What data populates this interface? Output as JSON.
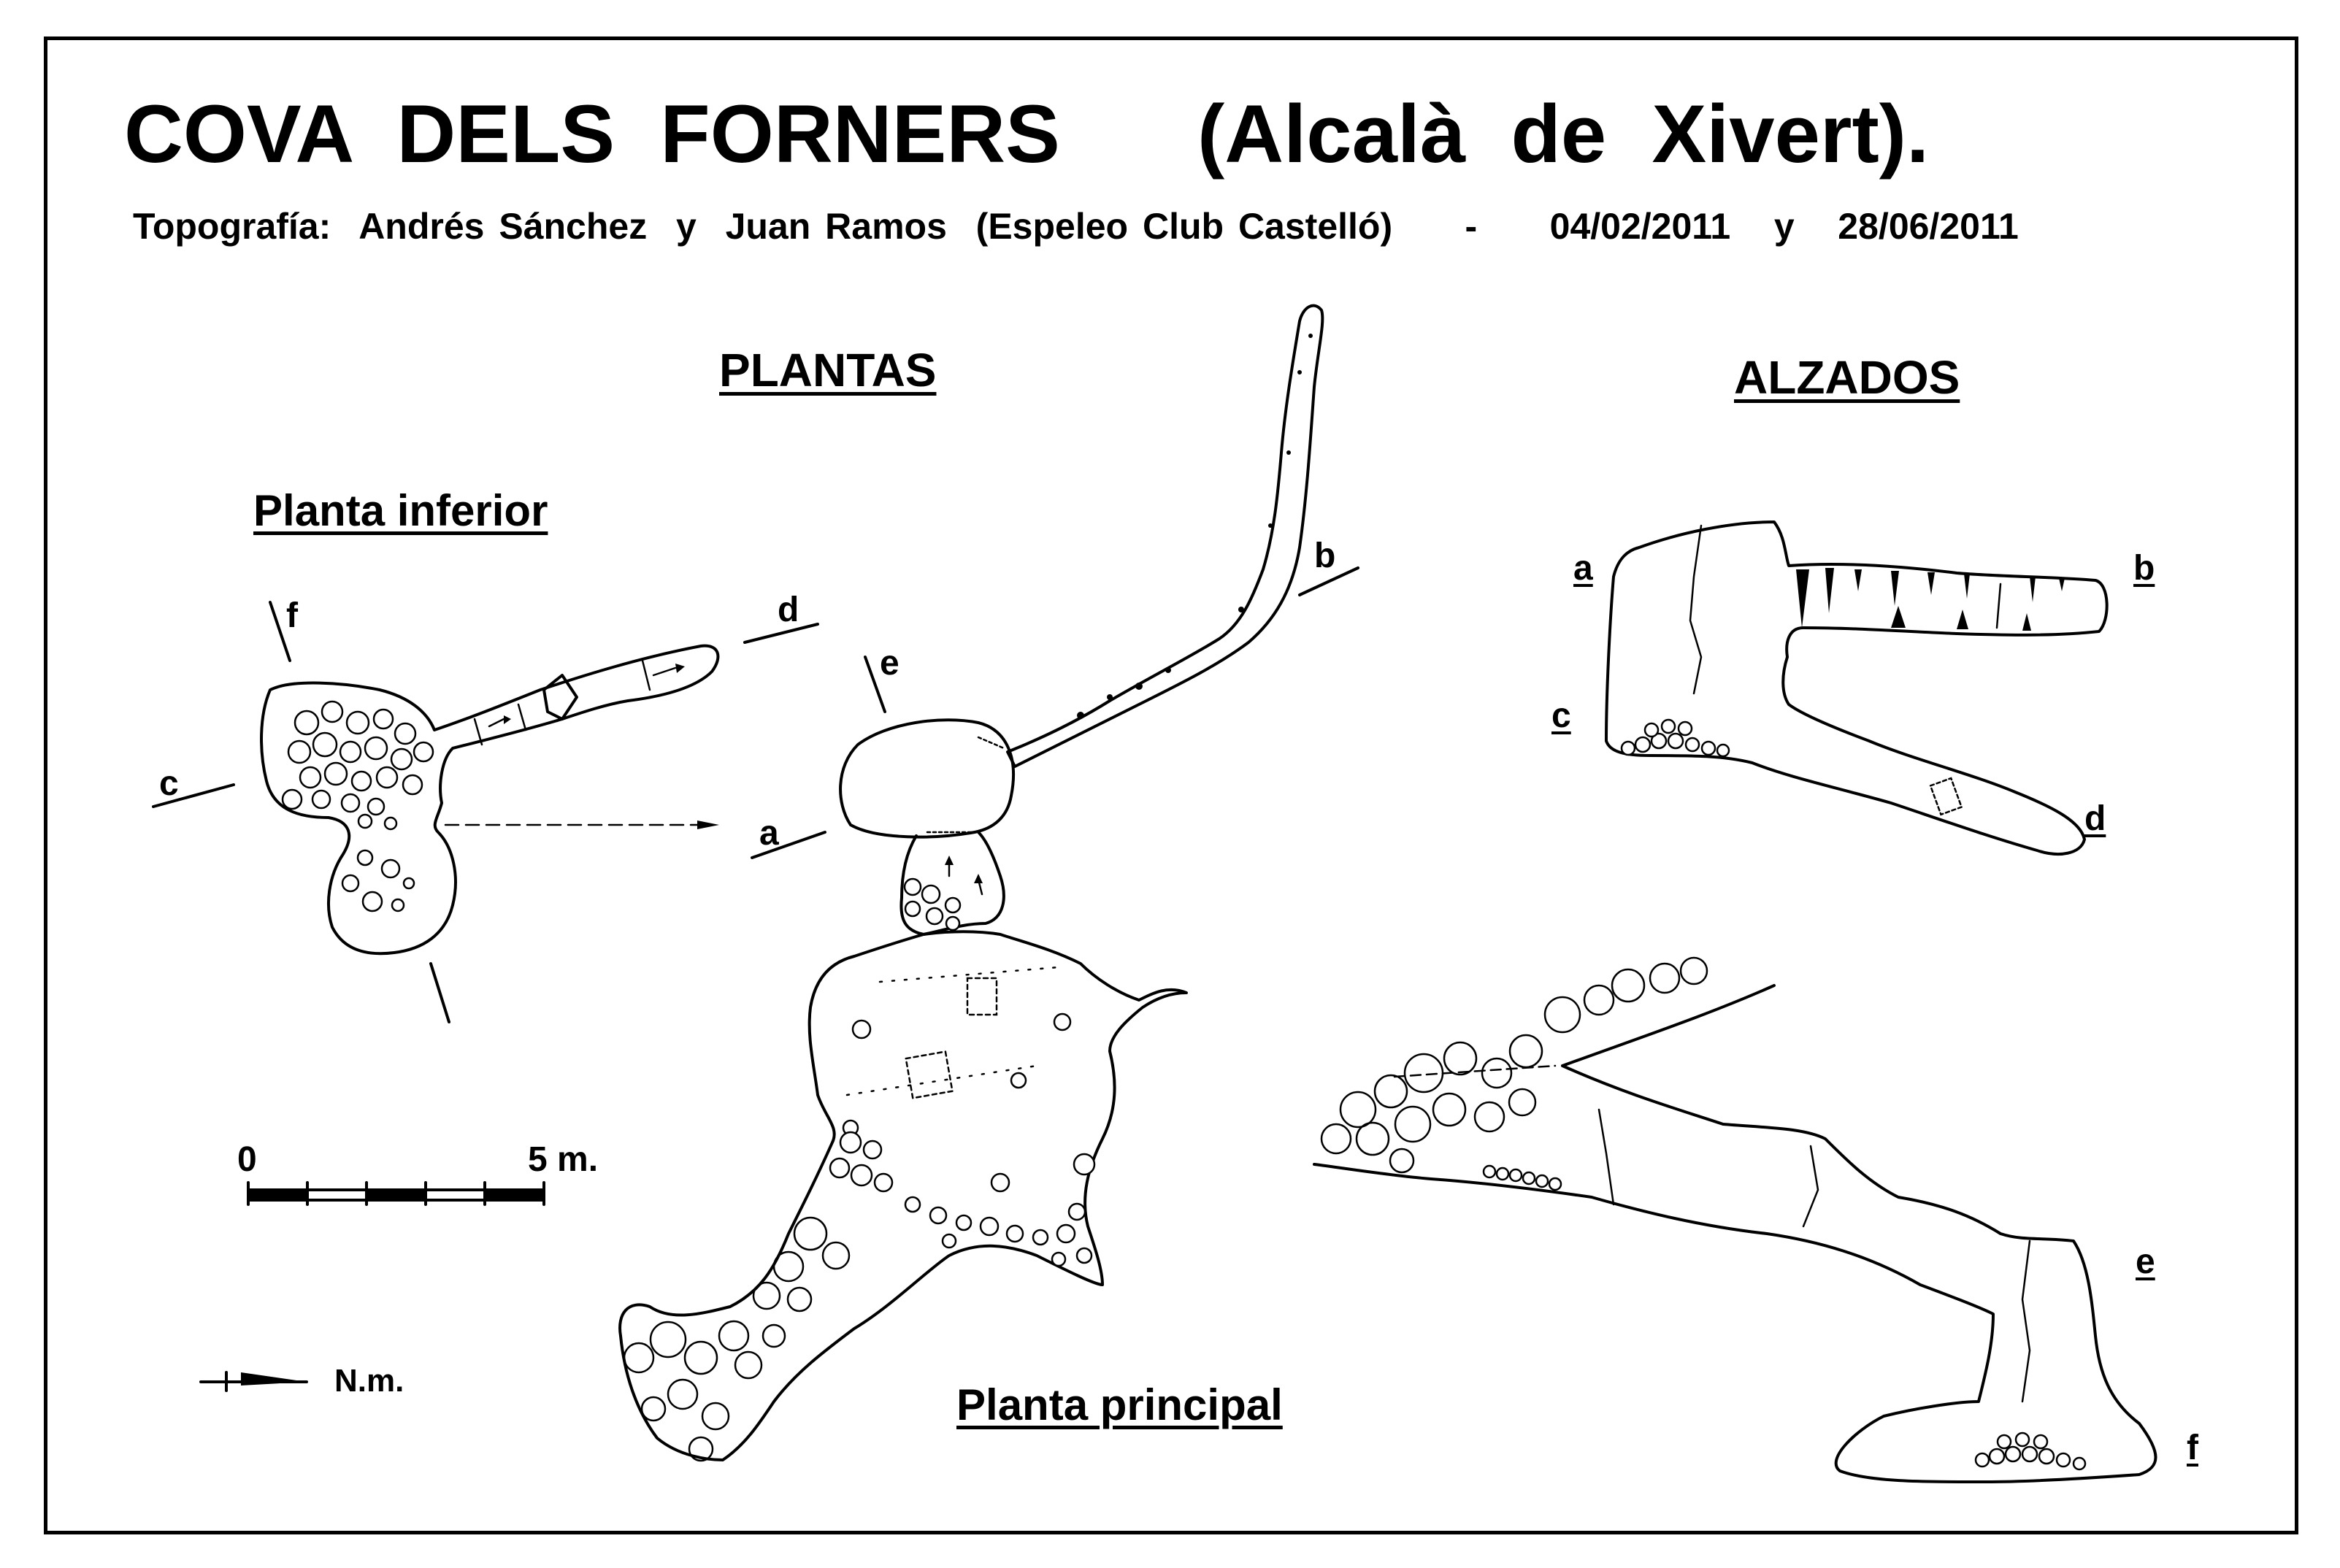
{
  "header": {
    "title": "COVA  DELS  FORNERS",
    "subtitle": "(Alcalà  de  Xivert).",
    "credits": "Topografía:  Andrés Sánchez  y  Juan Ramos  (Espeleo Club Castelló)     -     04/02/2011   y   28/06/2011"
  },
  "sections": {
    "plantas": "PLANTAS",
    "alzados": "ALZADOS",
    "planta_inferior": "Planta inferior",
    "planta_principal": "Planta principal"
  },
  "plan_section_marks": {
    "a": "a",
    "b": "b",
    "c": "c",
    "d": "d",
    "e": "e",
    "f": "f"
  },
  "elevation_marks": {
    "a": "a",
    "b": "b",
    "c": "c",
    "d": "d",
    "e": "e",
    "f": "f"
  },
  "scale_bar": {
    "start": "0",
    "end": "5 m."
  },
  "north_arrow": {
    "label": "N.m."
  },
  "colors": {
    "ink": "#000000",
    "paper": "#ffffff"
  }
}
